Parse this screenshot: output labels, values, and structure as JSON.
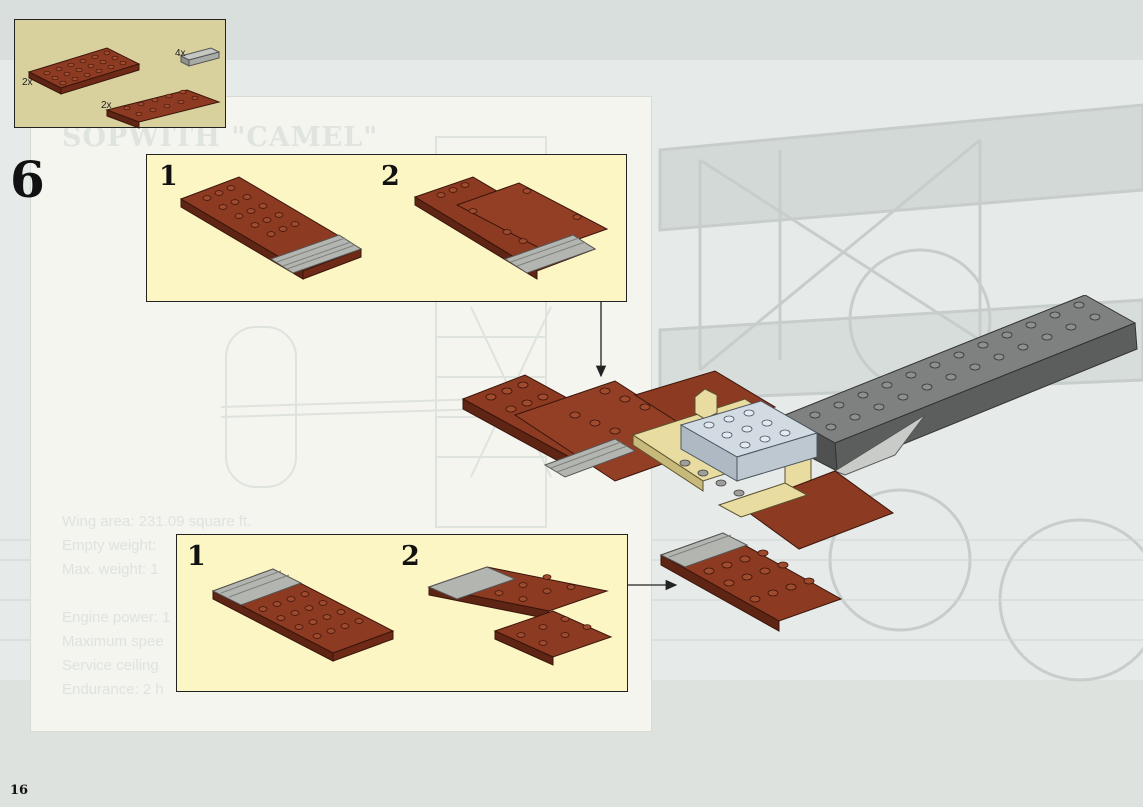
{
  "page": {
    "number": "16"
  },
  "card": {
    "title": "SOPWITH \"CAMEL\"",
    "specs": [
      "Wing area: 231.09 square ft.",
      "Empty weight:",
      "Max. weight: 1",
      "",
      "Engine power: 1",
      "Maximum spee",
      "Service ceiling",
      "Endurance: 2 h"
    ]
  },
  "parts": {
    "items": [
      {
        "name": "brown-plate-6x10",
        "qty": "2x"
      },
      {
        "name": "gray-tile-1x4",
        "qty": "4x"
      },
      {
        "name": "brown-plate-4x6",
        "qty": "2x"
      }
    ]
  },
  "step": {
    "number": "6"
  },
  "upper_box": {
    "substeps": [
      "1",
      "2"
    ]
  },
  "lower_box": {
    "substeps": [
      "1",
      "2"
    ]
  },
  "colors": {
    "brick_brown": "#8c3a22",
    "brick_brown_dark": "#5e2414",
    "tile_gray": "#a9aba7",
    "fuselage_gray": "#6e706f",
    "light_bluegray": "#d3dbe2",
    "tan": "#e9dca0",
    "callout_yellow": "#fbf6c4",
    "parts_tan": "#d8d19e"
  }
}
